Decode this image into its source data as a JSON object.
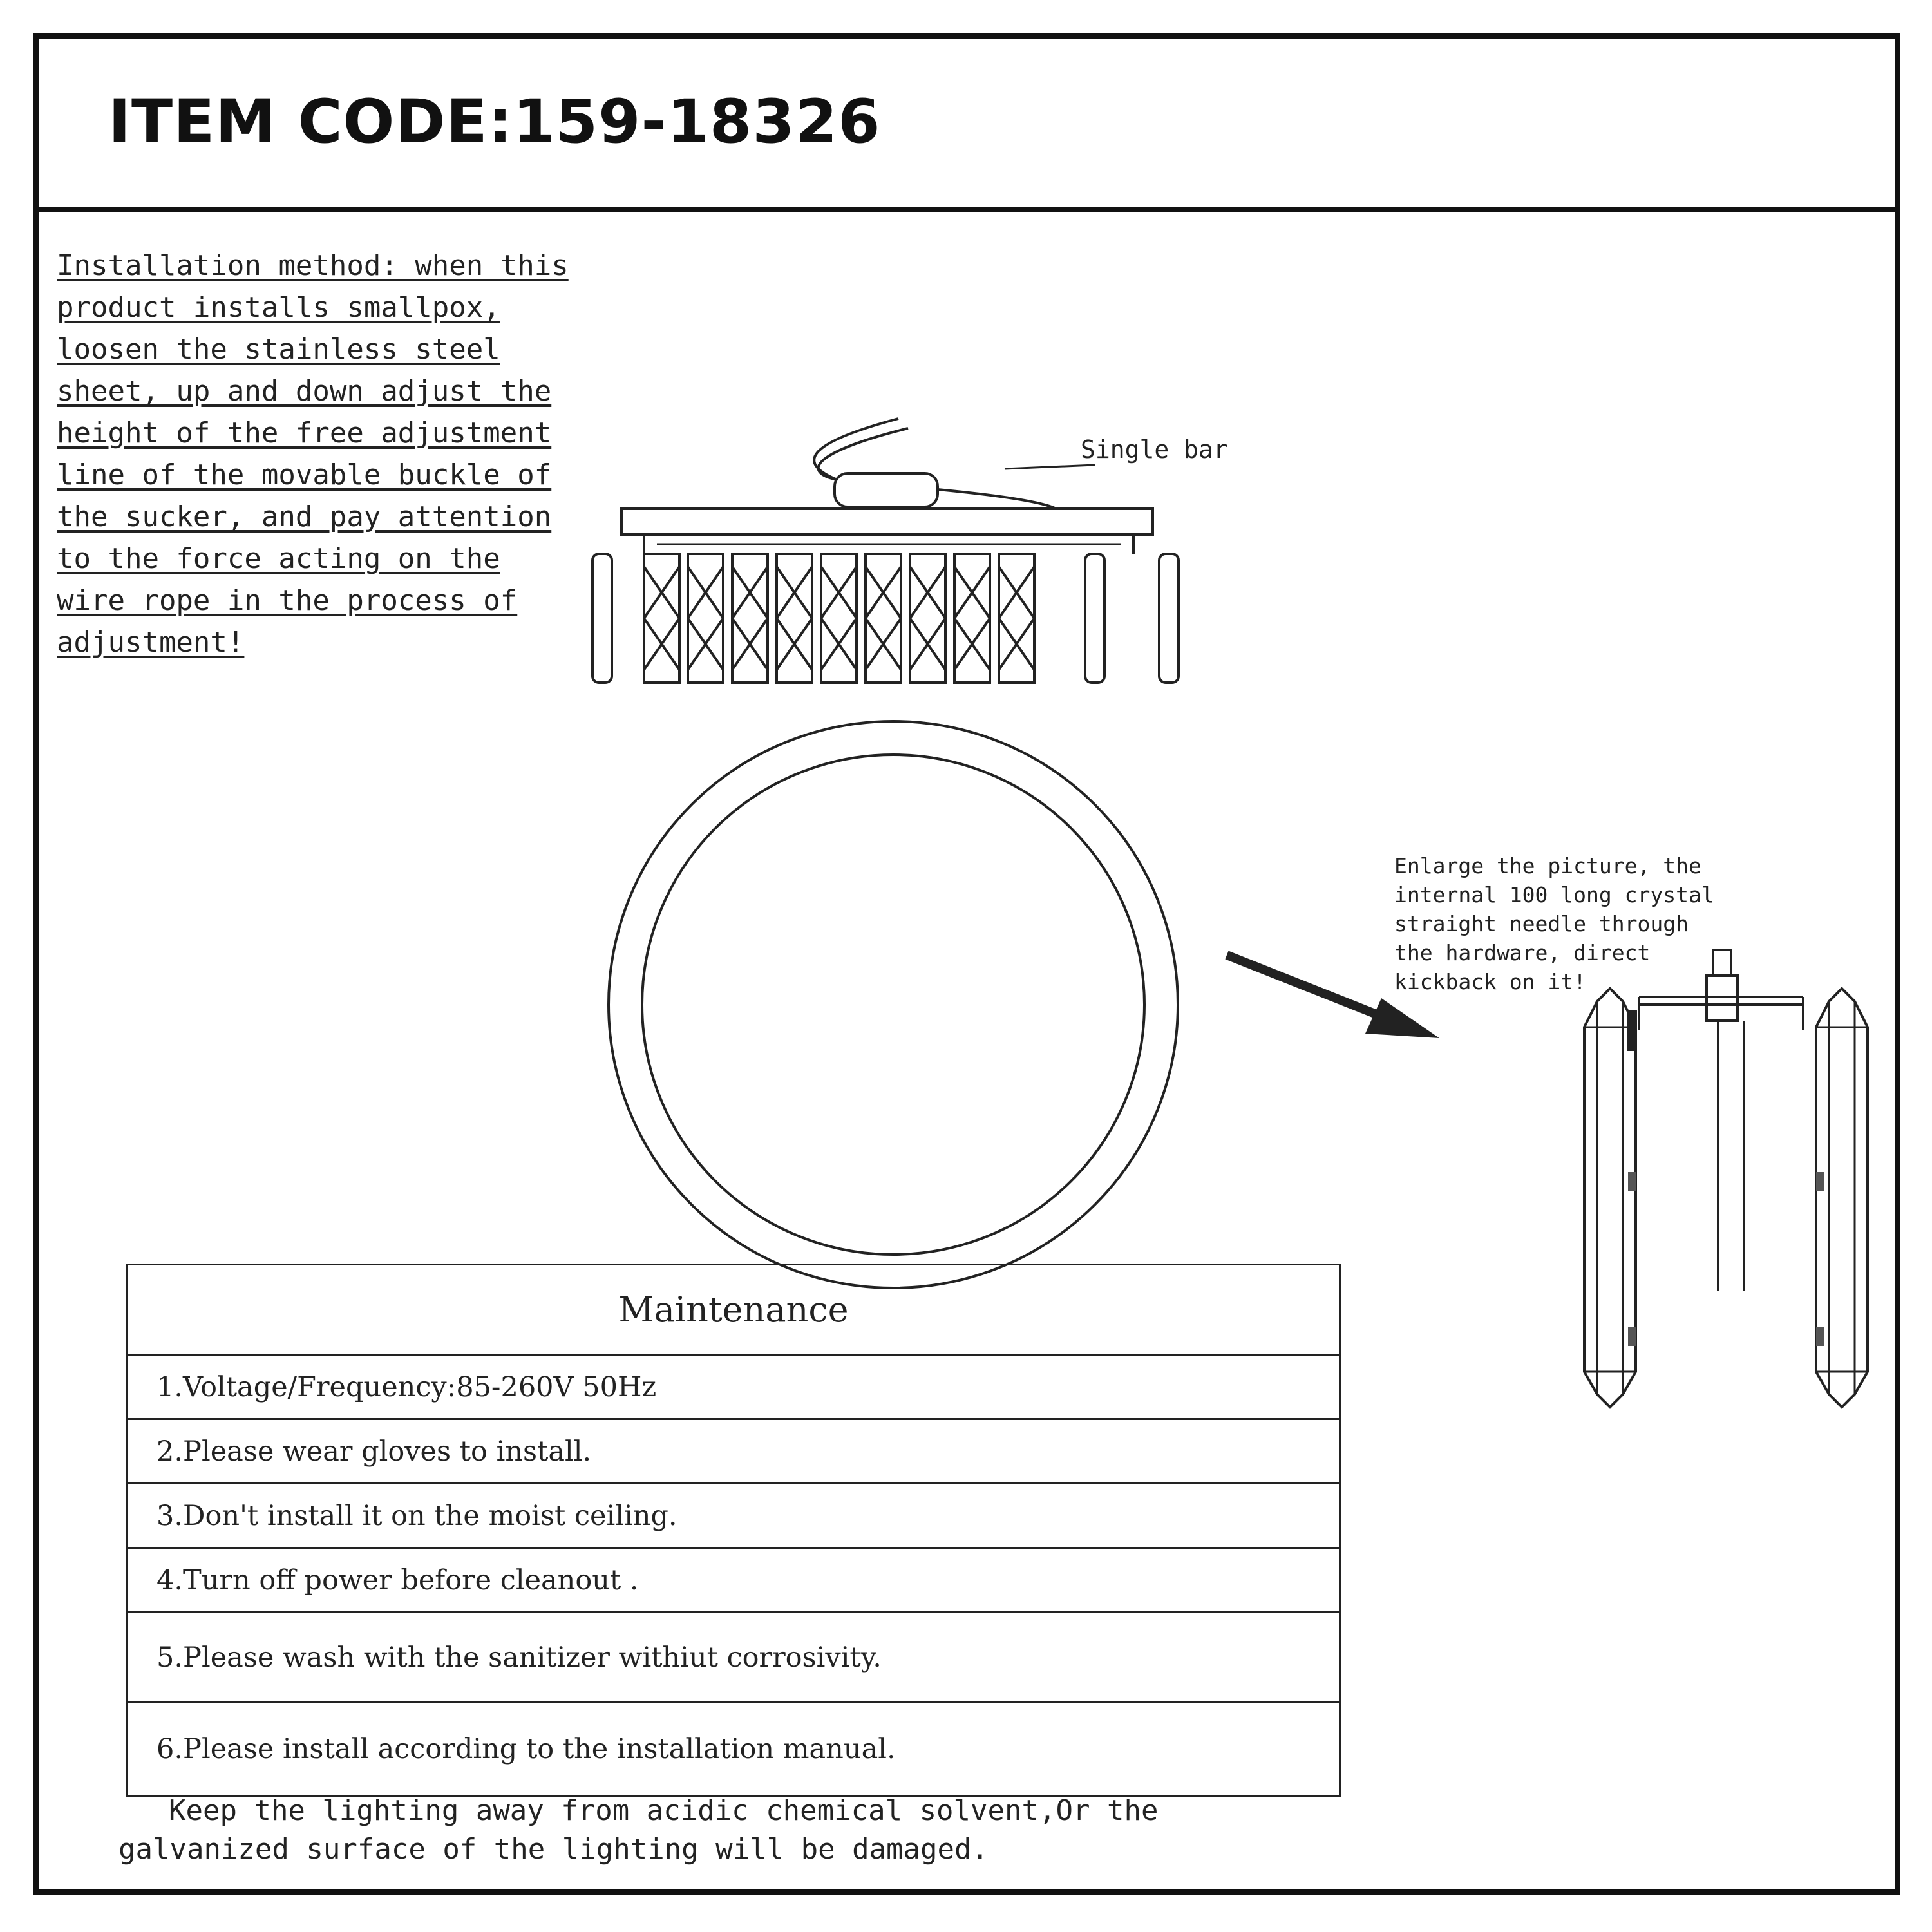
{
  "header": {
    "item_code": "ITEM CODE:159-18326"
  },
  "installation_note": {
    "lines": [
      "Installation method: when this",
      "product installs smallpox,",
      "loosen the stainless steel",
      "sheet, up and down adjust the",
      "height of the free adjustment",
      "line of the movable buckle of",
      "the sucker, and pay attention",
      "to the force acting on the",
      "wire rope in the process of",
      "adjustment!"
    ]
  },
  "side_view_label": "Single bar",
  "enlarge_note": {
    "lines": [
      "Enlarge the picture, the",
      "internal 100 long crystal",
      "straight needle through",
      "the hardware, direct",
      "kickback on it!"
    ]
  },
  "maintenance": {
    "title": "Maintenance",
    "items": [
      "1.Voltage/Frequency:85-260V 50Hz",
      "2.Please wear gloves to install.",
      "3.Don't install it on the moist ceiling.",
      "4.Turn off power before cleanout .",
      "5.Please wash with the sanitizer withiut corrosivity.",
      "6.Please install according to the installation manual."
    ]
  },
  "warning": {
    "lines": [
      "Keep the lighting away from acidic chemical solvent,Or the",
      "galvanized surface of the lighting will be damaged."
    ]
  }
}
